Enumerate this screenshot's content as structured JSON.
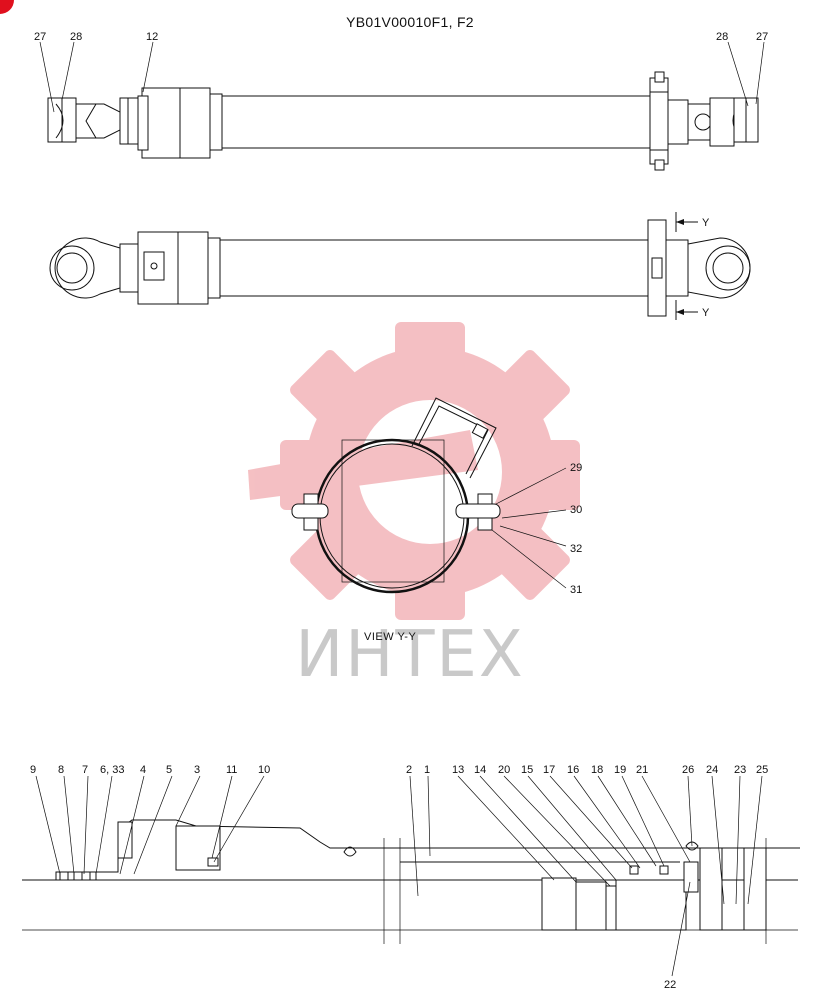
{
  "title": "YB01V00010F1, F2",
  "view_label": "VIEW  Y-Y",
  "watermark_text": "ИНТЕХ",
  "colors": {
    "line": "#111111",
    "watermark_gear": "#f3b5b9",
    "watermark_text": "#c9c9c9",
    "corner_badge": "#e0101e"
  },
  "side_view": {
    "labels": {
      "left_27": "27",
      "left_28": "28",
      "center_12": "12",
      "right_28": "28",
      "right_27": "27"
    }
  },
  "top_view": {
    "section_marks": {
      "upper": "Y",
      "lower": "Y"
    }
  },
  "view_yy": {
    "labels": {
      "l29": "29",
      "l30": "30",
      "l32": "32",
      "l31": "31"
    }
  },
  "section": {
    "labels_left": [
      "9",
      "8",
      "7",
      "6, 33",
      "4",
      "5",
      "3",
      "11",
      "10"
    ],
    "labels_mid": [
      "2",
      "1"
    ],
    "labels_right": [
      "13",
      "14",
      "20",
      "15",
      "17",
      "16",
      "18",
      "19",
      "21",
      "26",
      "24",
      "23",
      "25"
    ],
    "label_bottom": "22"
  }
}
